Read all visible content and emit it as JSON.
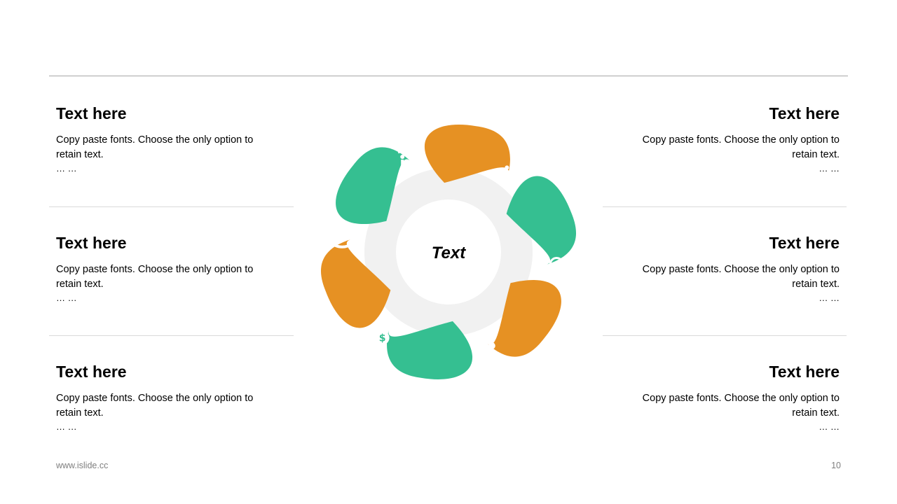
{
  "blocks": [
    {
      "title": "Text here",
      "body": "Copy paste fonts. Choose the only option to retain text.",
      "more": "… …"
    },
    {
      "title": "Text here",
      "body": "Copy paste fonts. Choose the only option to retain text.",
      "more": "… …"
    },
    {
      "title": "Text here",
      "body": "Copy paste fonts. Choose the only option to retain text.",
      "more": "… …"
    },
    {
      "title": "Text here",
      "body": "Copy paste fonts. Choose the only option to retain text.",
      "more": "… …"
    },
    {
      "title": "Text here",
      "body": "Copy paste fonts. Choose the only option to retain text.",
      "more": "… …"
    },
    {
      "title": "Text here",
      "body": "Copy paste fonts. Choose the only option to retain text.",
      "more": "… …"
    }
  ],
  "diagram": {
    "center_label": "Text",
    "petals": [
      {
        "color": "#e69123",
        "icon": "presentation-pie-chart-icon"
      },
      {
        "color": "#35bf91",
        "icon": "magnifier-person-icon"
      },
      {
        "color": "#e69123",
        "icon": "teamwork-gears-icon"
      },
      {
        "color": "#35bf91",
        "icon": "money-bag-hand-icon"
      },
      {
        "color": "#e69123",
        "icon": "lightbulb-hand-icon"
      },
      {
        "color": "#35bf91",
        "icon": "team-growth-arrow-icon"
      }
    ]
  },
  "footer": {
    "site": "www.islide.cc",
    "page": "10"
  }
}
